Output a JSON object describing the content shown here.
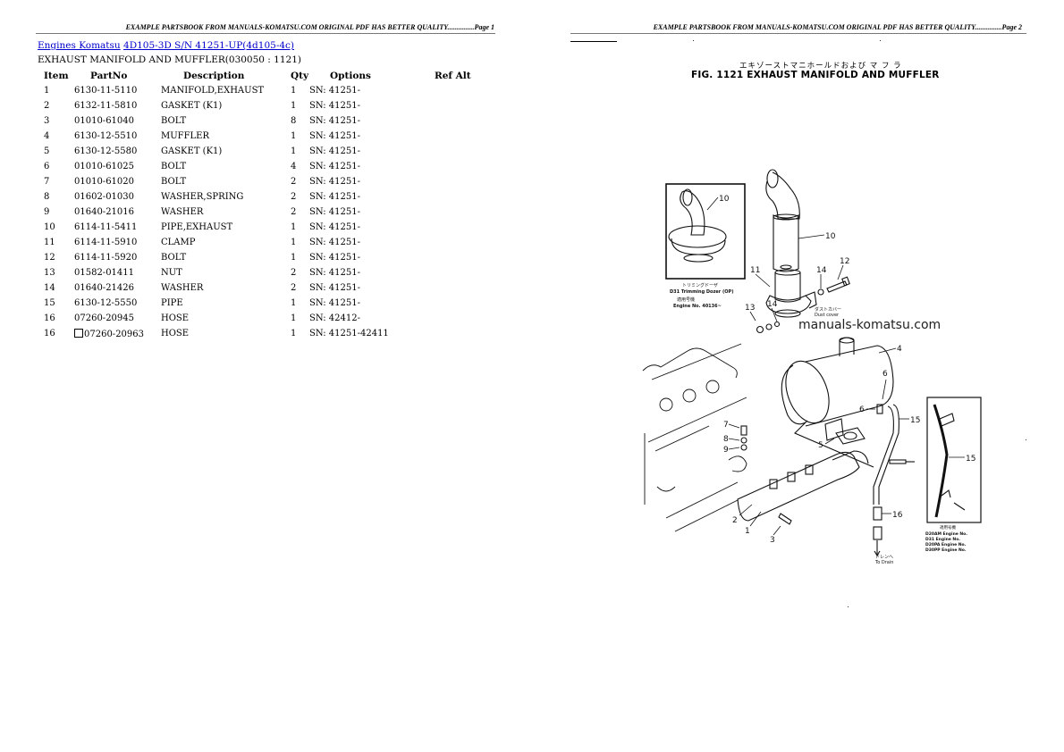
{
  "page1": {
    "header": "EXAMPLE PARTSBOOK FROM MANUALS-KOMATSU.COM ORIGINAL PDF HAS BETTER QUALITY...............Page 1",
    "breadcrumb": {
      "link1": "Engines Komatsu",
      "link2": "4D105-3D S/N 41251-UP(4d105-4c)"
    },
    "section_title": "EXHAUST MANIFOLD AND MUFFLER(030050 : 1121)",
    "table": {
      "columns": [
        "Item",
        "PartNo",
        "Description",
        "Qty",
        "Options",
        "Ref Alt"
      ],
      "rows": [
        {
          "item": "1",
          "part_no": "6130-11-5110",
          "description": "MANIFOLD,EXHAUST",
          "qty": "1",
          "options": "SN: 41251-",
          "ref_alt": "",
          "alt": false
        },
        {
          "item": "2",
          "part_no": "6132-11-5810",
          "description": "GASKET (K1)",
          "qty": "1",
          "options": "SN: 41251-",
          "ref_alt": "",
          "alt": false
        },
        {
          "item": "3",
          "part_no": "01010-61040",
          "description": "BOLT",
          "qty": "8",
          "options": "SN: 41251-",
          "ref_alt": "",
          "alt": false
        },
        {
          "item": "4",
          "part_no": "6130-12-5510",
          "description": "MUFFLER",
          "qty": "1",
          "options": "SN: 41251-",
          "ref_alt": "",
          "alt": false
        },
        {
          "item": "5",
          "part_no": "6130-12-5580",
          "description": "GASKET (K1)",
          "qty": "1",
          "options": "SN: 41251-",
          "ref_alt": "",
          "alt": false
        },
        {
          "item": "6",
          "part_no": "01010-61025",
          "description": "BOLT",
          "qty": "4",
          "options": "SN: 41251-",
          "ref_alt": "",
          "alt": false
        },
        {
          "item": "7",
          "part_no": "01010-61020",
          "description": "BOLT",
          "qty": "2",
          "options": "SN: 41251-",
          "ref_alt": "",
          "alt": false
        },
        {
          "item": "8",
          "part_no": "01602-01030",
          "description": "WASHER,SPRING",
          "qty": "2",
          "options": "SN: 41251-",
          "ref_alt": "",
          "alt": false
        },
        {
          "item": "9",
          "part_no": "01640-21016",
          "description": "WASHER",
          "qty": "2",
          "options": "SN: 41251-",
          "ref_alt": "",
          "alt": false
        },
        {
          "item": "10",
          "part_no": "6114-11-5411",
          "description": "PIPE,EXHAUST",
          "qty": "1",
          "options": "SN: 41251-",
          "ref_alt": "",
          "alt": false
        },
        {
          "item": "11",
          "part_no": "6114-11-5910",
          "description": "CLAMP",
          "qty": "1",
          "options": "SN: 41251-",
          "ref_alt": "",
          "alt": false
        },
        {
          "item": "12",
          "part_no": "6114-11-5920",
          "description": "BOLT",
          "qty": "1",
          "options": "SN: 41251-",
          "ref_alt": "",
          "alt": false
        },
        {
          "item": "13",
          "part_no": "01582-01411",
          "description": "NUT",
          "qty": "2",
          "options": "SN: 41251-",
          "ref_alt": "",
          "alt": false
        },
        {
          "item": "14",
          "part_no": "01640-21426",
          "description": "WASHER",
          "qty": "2",
          "options": "SN: 41251-",
          "ref_alt": "",
          "alt": false
        },
        {
          "item": "15",
          "part_no": "6130-12-5550",
          "description": "PIPE",
          "qty": "1",
          "options": "SN: 41251-",
          "ref_alt": "",
          "alt": false
        },
        {
          "item": "16",
          "part_no": "07260-20945",
          "description": "HOSE",
          "qty": "1",
          "options": "SN: 42412-",
          "ref_alt": "",
          "alt": false
        },
        {
          "item": "16",
          "part_no": "07260-20963",
          "description": "HOSE",
          "qty": "1",
          "options": "SN: 41251-42411",
          "ref_alt": "",
          "alt": true
        }
      ]
    }
  },
  "page2": {
    "header": "EXAMPLE PARTSBOOK FROM MANUALS-KOMATSU.COM ORIGINAL PDF HAS BETTER QUALITY...............Page 2",
    "figure": {
      "title_jp": "エキゾーストマニホールドおよび マ フ ラ",
      "title": "FIG. 1121  EXHAUST MANIFOLD AND MUFFLER",
      "watermark": "manuals-komatsu.com",
      "callouts": [
        "1",
        "2",
        "3",
        "4",
        "5",
        "6",
        "7",
        "8",
        "9",
        "10",
        "11",
        "12",
        "13",
        "14",
        "15",
        "16"
      ],
      "inset_left_caption": [
        "トリミングドーザ",
        "D31 Trimming Dozer (OP)",
        "適用号機",
        "Engine No. 40136~"
      ],
      "inset_right_caption": [
        "適用号機",
        "D20AM  Engine No.",
        "D31  Engine No.",
        "D20PA  Engine No.",
        "D30PP  Engine No."
      ],
      "drain_label": [
        "ドレンへ",
        "To Drain"
      ],
      "dust_label": [
        "ダストカバー",
        "Dust cover"
      ]
    }
  }
}
